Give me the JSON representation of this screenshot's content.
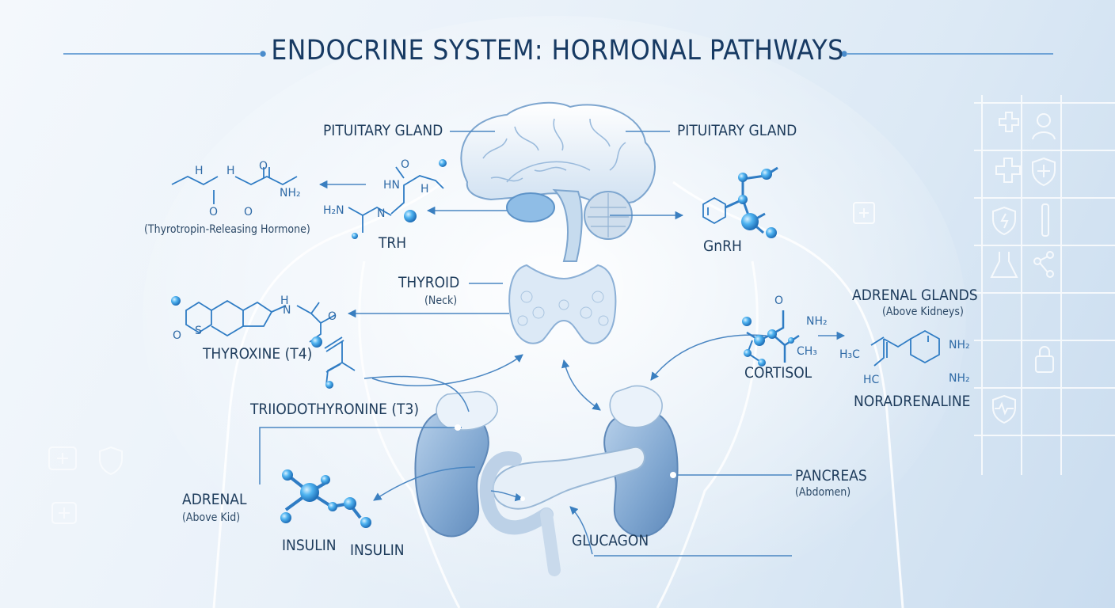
{
  "title": "ENDOCRINE SYSTEM: HORMONAL PATHWAYS",
  "labels": {
    "pituitary_left": "PITUITARY GLAND",
    "pituitary_right": "PITUITARY GLAND",
    "trh_full": "(Thyrotropin-Releasing Hormone)",
    "trh": "TRH",
    "gnrh": "GnRH",
    "thyroid": "THYROID",
    "thyroid_loc": "(Neck)",
    "thyroxine": "THYROXINE (T4)",
    "triiodothyronine": "TRIIODOTHYRONINE (T3)",
    "adrenal_glands": "ADRENAL GLANDS",
    "adrenal_glands_loc": "(Above Kidneys)",
    "cortisol": "CORTISOL",
    "noradrenaline": "NORADRENALINE",
    "pancreas": "PANCREAS",
    "pancreas_loc": "(Abdomen)",
    "adrenal": "ADRENAL",
    "adrenal_loc": "(Above Kid)",
    "insulin_left": "INSULIN",
    "insulin_center": "INSULIN",
    "glucagon": "GLUCAGON"
  },
  "atoms": {
    "h": "H",
    "o": "O",
    "nh2": "NH₂",
    "h2n": "H₂N",
    "hn": "HN",
    "n": "N",
    "s": "S",
    "ch3": "CH₃",
    "h3c": "H₃C",
    "hc": "HC"
  },
  "icons": [
    "medical-cross-icon",
    "doctor-icon",
    "shield-cross-icon",
    "shield-bolt-icon",
    "test-tube-icon",
    "flask-icon",
    "molecule-icon",
    "lock-icon",
    "heartbeat-shield-icon",
    "first-aid-kit-icon"
  ],
  "colors": {
    "accent": "#3a8fd6",
    "title": "#173a63",
    "organ": "#8fb3d9",
    "molecule": "#3aa0e6"
  }
}
